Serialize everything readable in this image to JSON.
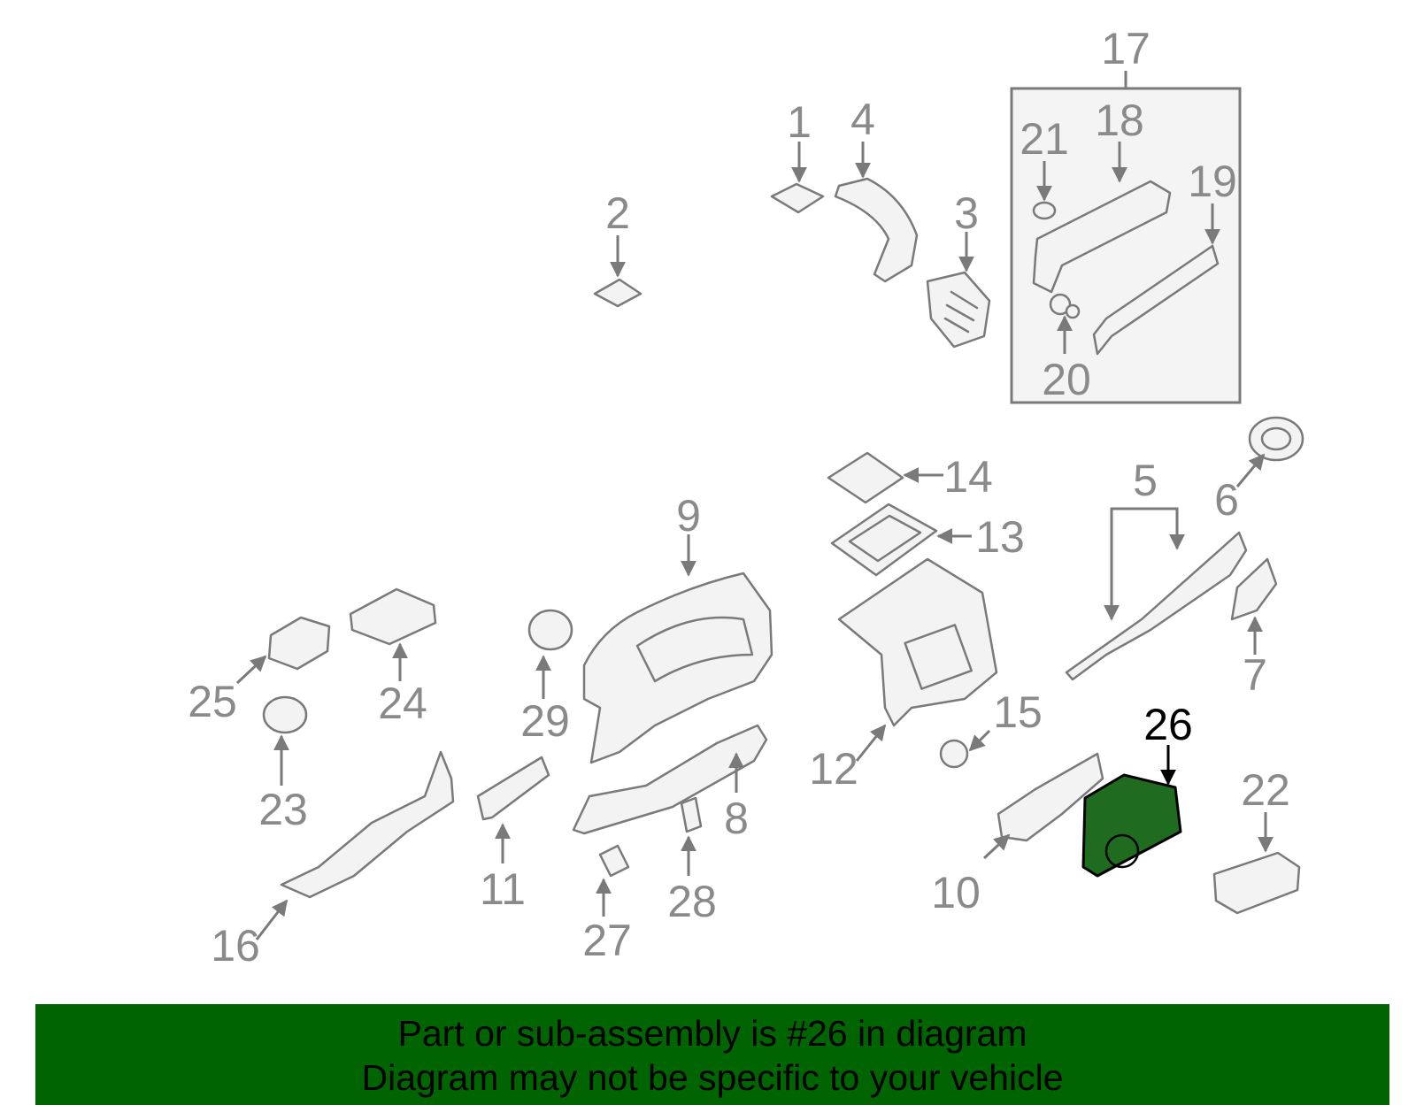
{
  "callouts": [
    "1",
    "2",
    "3",
    "4",
    "5",
    "6",
    "7",
    "8",
    "9",
    "10",
    "11",
    "12",
    "13",
    "14",
    "15",
    "16",
    "17",
    "18",
    "19",
    "20",
    "21",
    "22",
    "23",
    "24",
    "25",
    "26",
    "27",
    "28",
    "29"
  ],
  "highlighted_part": "26",
  "colors": {
    "banner": "#006400",
    "highlight_fill": "#1f6b1f",
    "linework": "#7a7a7a",
    "callout_text": "#8a8a8a"
  },
  "banner": {
    "line1": "Part or sub-assembly is #26 in diagram",
    "line2": "Diagram may not be specific to your vehicle"
  }
}
